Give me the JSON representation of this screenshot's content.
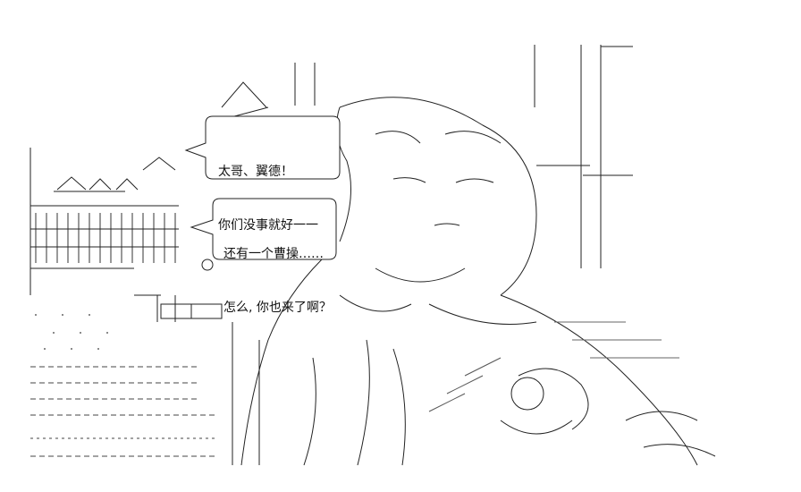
{
  "speech": {
    "bubble_1": {
      "line_1": "太哥、翼德！",
      "line_2": "你们没事就好一一"
    },
    "bubble_2": {
      "line_1": "还有一个曹操……",
      "line_2": "怎么, 你也来了啊？"
    }
  },
  "colors": {
    "ink": "#111111",
    "background": "#ffffff"
  }
}
